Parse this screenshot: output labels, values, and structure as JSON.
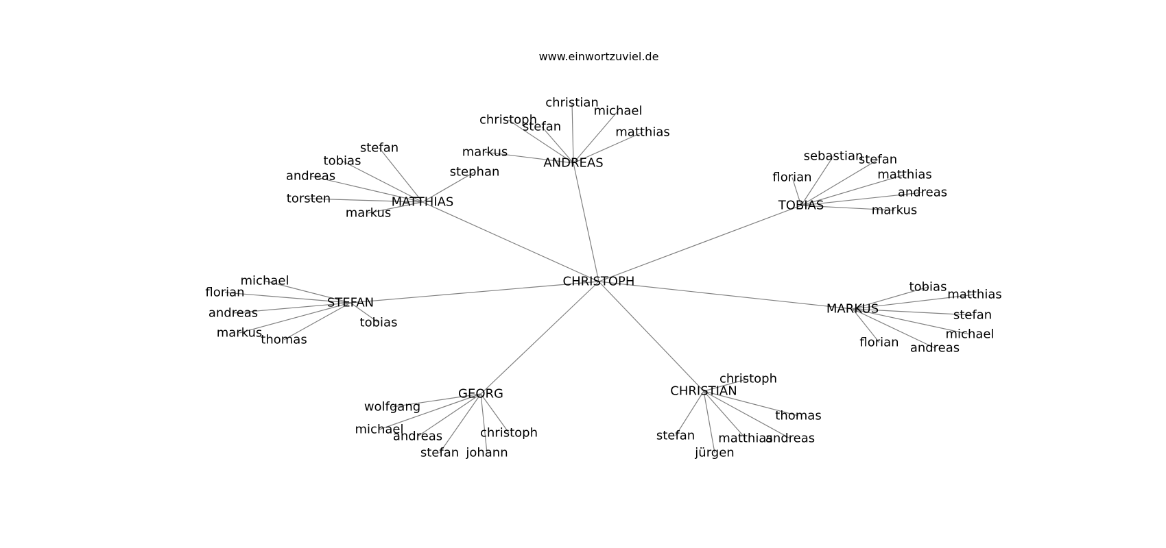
{
  "title": "www.einwortzuviel.de",
  "edge_color": "#808080",
  "root": "CHRISTOPH",
  "groups": [
    {
      "id": "andreas",
      "name": "ANDREAS",
      "neighbors": [
        "christian",
        "michael",
        "matthias",
        "christoph",
        "stefan",
        "markus"
      ]
    },
    {
      "id": "matthias",
      "name": "MATTHIAS",
      "neighbors": [
        "stefan",
        "tobias",
        "andreas",
        "torsten",
        "markus",
        "stephan"
      ]
    },
    {
      "id": "tobias",
      "name": "TOBIAS",
      "neighbors": [
        "sebastian",
        "stefan",
        "matthias",
        "florian",
        "andreas",
        "markus"
      ]
    },
    {
      "id": "stefan",
      "name": "STEFAN",
      "neighbors": [
        "michael",
        "florian",
        "andreas",
        "markus",
        "thomas",
        "tobias"
      ]
    },
    {
      "id": "markus",
      "name": "MARKUS",
      "neighbors": [
        "tobias",
        "matthias",
        "stefan",
        "michael",
        "florian",
        "andreas"
      ]
    },
    {
      "id": "georg",
      "name": "GEORG",
      "neighbors": [
        "wolfgang",
        "michael",
        "andreas",
        "stefan",
        "johann",
        "christoph"
      ]
    },
    {
      "id": "christian",
      "name": "CHRISTIAN",
      "neighbors": [
        "christoph",
        "thomas",
        "stefan",
        "jürgen",
        "matthias",
        "andreas"
      ]
    }
  ]
}
